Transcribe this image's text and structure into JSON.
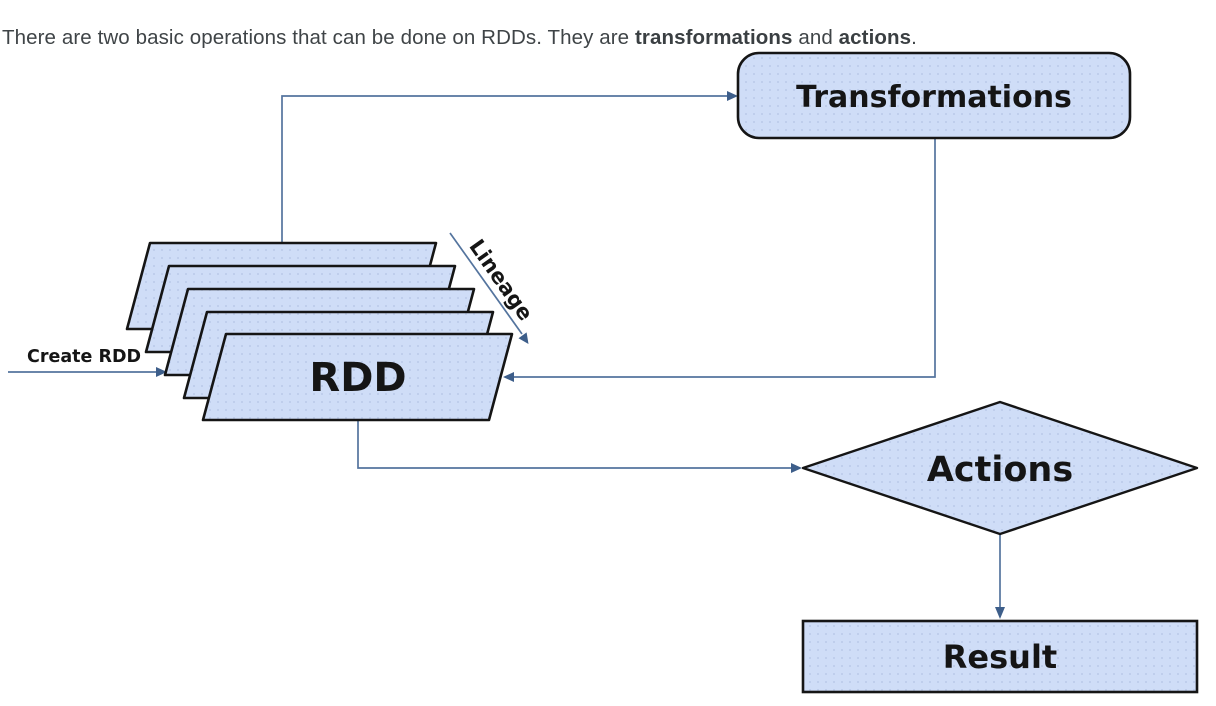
{
  "intro": {
    "part1": "There are two basic operations that can be done on RDDs. They are ",
    "emphasis1": "transformations",
    "connector": " and ",
    "emphasis2": "actions",
    "period": "."
  },
  "diagram": {
    "nodes": {
      "transformations": "Transformations",
      "rdd": "RDD",
      "actions": "Actions",
      "result": "Result"
    },
    "edge_labels": {
      "create_rdd": "Create RDD",
      "lineage": "Lineage"
    },
    "colors": {
      "shape_fill": "#cfddf7",
      "shape_dot": "#bac9e9",
      "shape_border": "#151515",
      "connector_line": "#54749e",
      "arrowhead": "#3d5e8a",
      "label_text": "#151515",
      "intro_text": "#3f4447"
    }
  }
}
